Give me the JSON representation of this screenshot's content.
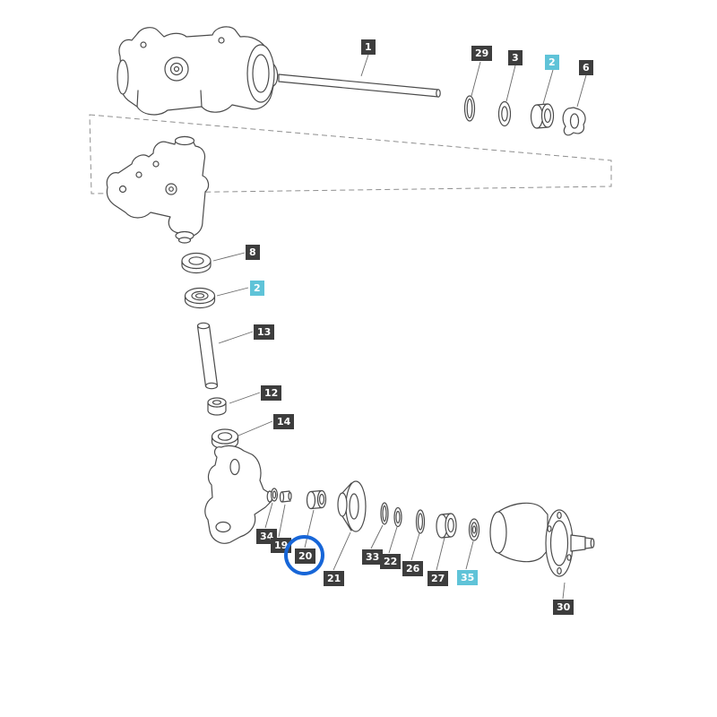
{
  "diagram": {
    "kind": "exploded-parts-diagram",
    "subject": "Front axle kingpin, steering knuckle and wheel hub exploded view",
    "selected_part": "20",
    "highlighted_parts": [
      "2",
      "35"
    ],
    "colors": {
      "background": "#ffffff",
      "label_bg": "#3d3d3d",
      "label_text": "#ffffff",
      "highlight_label_bg": "#5fc3d8",
      "highlight_circle": "#1766d8",
      "part_line": "#4b4b4b",
      "leader_line": "#6a6a6a"
    },
    "labels": [
      {
        "text": "1"
      },
      {
        "text": "29"
      },
      {
        "text": "3"
      },
      {
        "text": "2"
      },
      {
        "text": "6"
      },
      {
        "text": "8"
      },
      {
        "text": "2"
      },
      {
        "text": "13"
      },
      {
        "text": "12"
      },
      {
        "text": "14"
      },
      {
        "text": "34"
      },
      {
        "text": "19"
      },
      {
        "text": "20"
      },
      {
        "text": "21"
      },
      {
        "text": "33"
      },
      {
        "text": "22"
      },
      {
        "text": "26"
      },
      {
        "text": "27"
      },
      {
        "text": "35"
      },
      {
        "text": "30"
      }
    ]
  }
}
